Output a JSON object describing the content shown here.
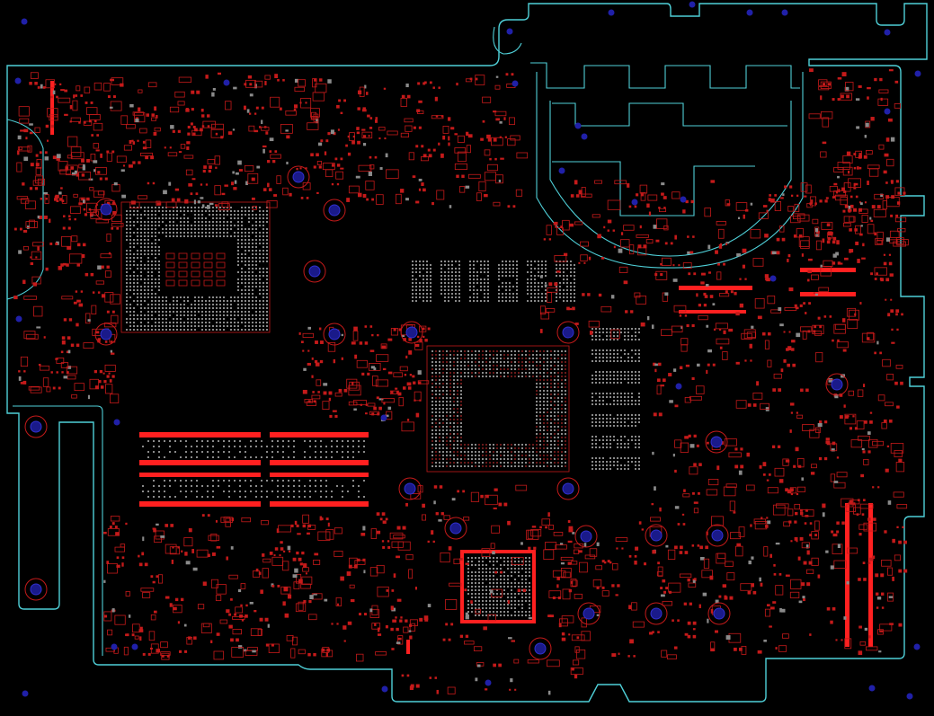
{
  "view": {
    "title": "",
    "layer_colors": {
      "board_outline": "#4fd0d8",
      "top_copper_pads": "#c41a1a",
      "bright_pads": "#ff2020",
      "silkscreen_grey": "#8a8a8a",
      "vias": "#2020a8"
    }
  },
  "regions": {
    "cpu_socket": "cpu-bga",
    "gpu": "gpu-bga",
    "pch": "pch-bga",
    "memory_slots": "ddr-connectors",
    "vram_chips": "vram-array"
  },
  "mounting_holes": 22
}
